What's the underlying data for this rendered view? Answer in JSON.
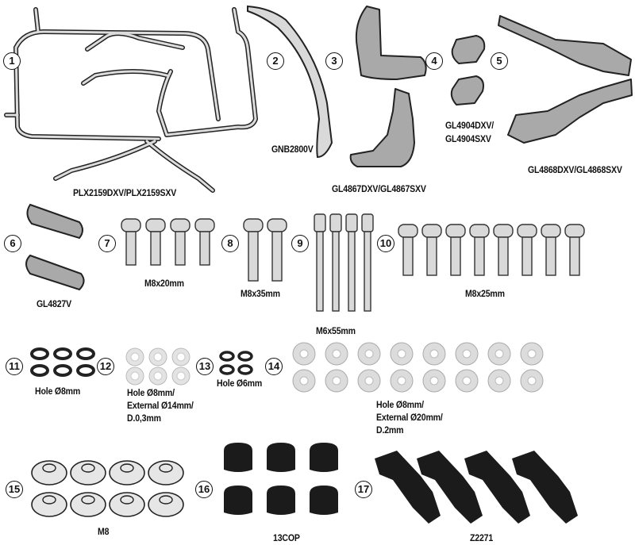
{
  "callouts": [
    "1",
    "2",
    "3",
    "4",
    "5",
    "6",
    "7",
    "8",
    "9",
    "10",
    "11",
    "12",
    "13",
    "14",
    "15",
    "16",
    "17"
  ],
  "labels": {
    "plx": "PLX2159DXV/PLX2159SXV",
    "gnb": "GNB2800V",
    "gl4867": "GL4867DXV/GL4867SXV",
    "gl4904_l1": "GL4904DXV/",
    "gl4904_l2": "GL4904SXV",
    "gl4868": "GL4868DXV/GL4868SXV",
    "gl4827": "GL4827V",
    "m8x20": "M8x20mm",
    "m8x35": "M8x35mm",
    "m6x55": "M6x55mm",
    "m8x25": "M8x25mm",
    "hole8_a": "Hole Ø8mm",
    "hole8_b_l1": "Hole Ø8mm/",
    "hole8_b_l2": "External Ø14mm/",
    "hole8_b_l3": "D.0,3mm",
    "hole6": "Hole Ø6mm",
    "hole8_c_l1": "Hole Ø8mm/",
    "hole8_c_l2": "External Ø20mm/",
    "hole8_c_l3": "D.2mm",
    "m8": "M8",
    "cop": "13COP",
    "z2271": "Z2271"
  },
  "colors": {
    "metal": "#d9d9d9",
    "metal_dark": "#8c8c8c",
    "bracket": "#a9a9a9",
    "outline": "#222222",
    "black_part": "#1b1b1b"
  }
}
